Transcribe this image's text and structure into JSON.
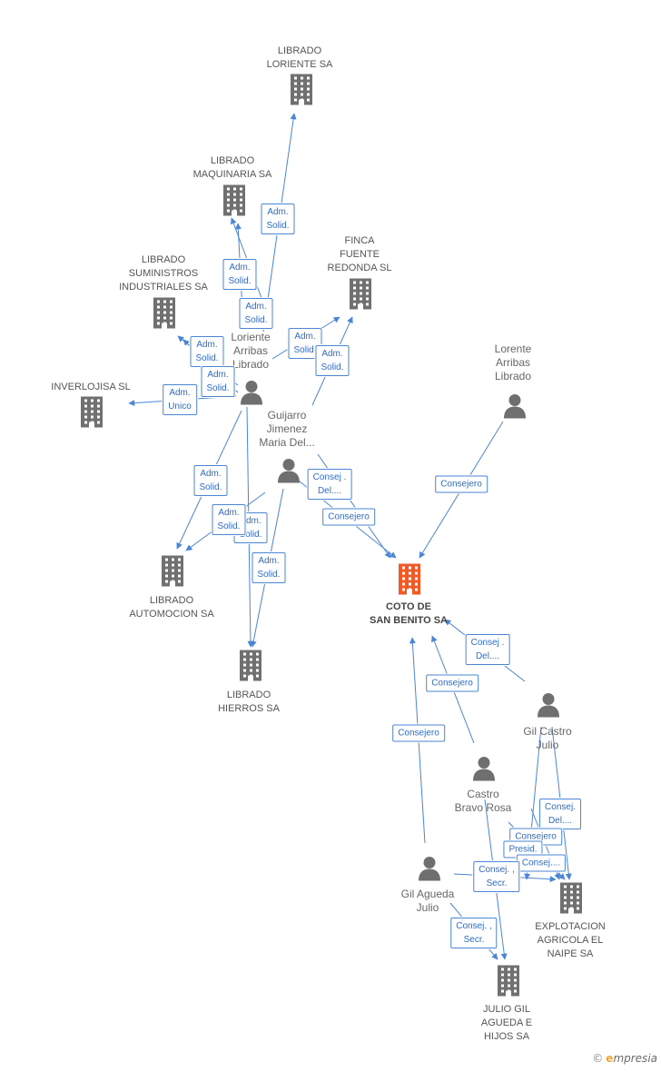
{
  "colors": {
    "edge": "#4a86d4",
    "company": "#707070",
    "center_company": "#f05a28",
    "person": "#6f6f6f"
  },
  "nodes": {
    "librado_loriente": {
      "label": "LIBRADO\nLORIENTE SA",
      "kind": "company"
    },
    "librado_maquinaria": {
      "label": "LIBRADO\nMAQUINARIA SA",
      "kind": "company"
    },
    "finca_fuente": {
      "label": "FINCA\nFUENTE\nREDONDA SL",
      "kind": "company"
    },
    "librado_suministros": {
      "label": "LIBRADO\nSUMINISTROS\nINDUSTRIALES SA",
      "kind": "company"
    },
    "inverlojisa": {
      "label": "INVERLOJISA SL",
      "kind": "company"
    },
    "loriente_person": {
      "label": "Loriente\nArribas\nLibrado",
      "kind": "person"
    },
    "guijarro": {
      "label": "Guijarro\nJimenez\nMaria Del...",
      "kind": "person"
    },
    "lorente": {
      "label": "Lorente\nArribas\nLibrado",
      "kind": "person"
    },
    "librado_automocion": {
      "label": "LIBRADO\nAUTOMOCION SA",
      "kind": "company"
    },
    "coto": {
      "label": "COTO DE\nSAN BENITO SA",
      "kind": "center"
    },
    "librado_hierros": {
      "label": "LIBRADO\nHIERROS SA",
      "kind": "company"
    },
    "gil_castro": {
      "label": "Gil Castro\nJulio",
      "kind": "person"
    },
    "castro_bravo": {
      "label": "Castro\nBravo Rosa",
      "kind": "person"
    },
    "gil_agueda": {
      "label": "Gil Agueda\nJulio",
      "kind": "person"
    },
    "explotacion": {
      "label": "EXPLOTACION\nAGRICOLA EL\nNAIPE SA",
      "kind": "company"
    },
    "julio_gil": {
      "label": "JULIO GIL\nAGUEDA E\nHIJOS SA",
      "kind": "company"
    }
  },
  "edge_labels": [
    "Adm.\nSolid.",
    "Adm.\nSolid.",
    "Adm.\nSolid.",
    "Adm.\nSolid.",
    "Adm.\nSolid.",
    "Adm.\nSolid.",
    "Adm.\nSolid.",
    "Adm.\nUnico",
    "Adm.\nSolid.",
    "Adm.\nSolid.",
    "Adm.\nSolid.",
    "Adm.\nSolid.",
    "Consej .\nDel....",
    "Consejero",
    "Consejero",
    "Consej .\nDel....",
    "Consejero",
    "Consejero",
    "Consej.\nDel....",
    "Consejero",
    "Presid.",
    "Consej....",
    "Consej. ,\nSecr.",
    "Consej. ,\nSecr."
  ],
  "brand": {
    "copyright": "©",
    "initial": "e",
    "rest": "mpresia"
  }
}
